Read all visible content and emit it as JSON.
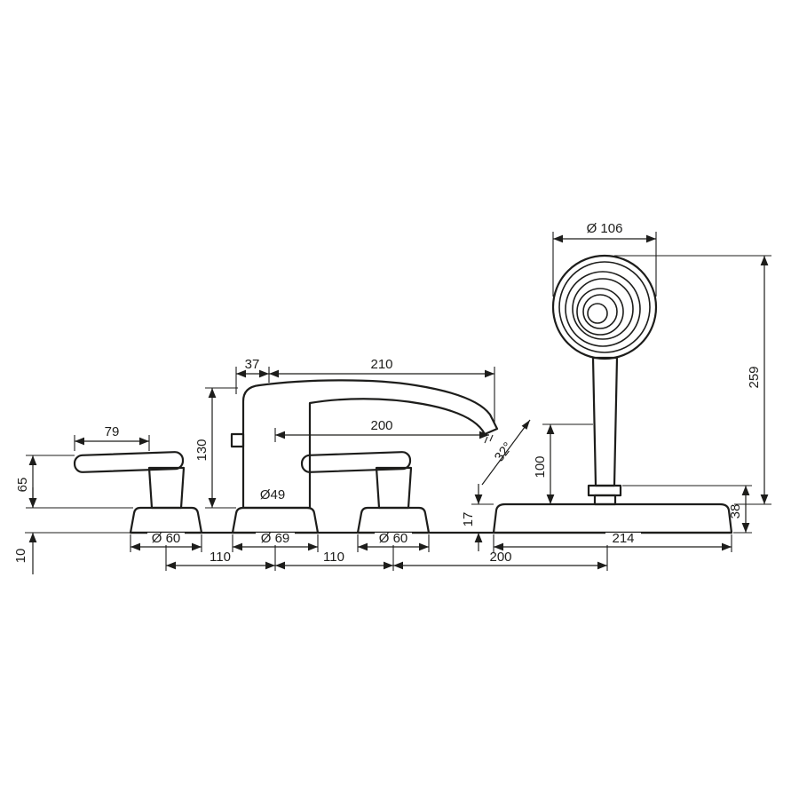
{
  "drawing": {
    "kind": "technical dimension drawing",
    "subject": "4-hole deck-mounted bath mixer with waterfall spout and hand shower",
    "palette": {
      "line": "#1d1d1b",
      "background": "#ffffff"
    }
  },
  "dimensions": {
    "head_diameter": "Ø 106",
    "overall_height": "259",
    "spout_back_offset": "37",
    "top_reach": "210",
    "spout_reach": "200",
    "spout_height": "130",
    "handle_length": "79",
    "handle_height": "65",
    "handle_base_height": "10",
    "handle_base_diameter_left": "Ø 60",
    "spout_base_diameter": "Ø 69",
    "handle_base_diameter_right": "Ø 60",
    "spout_column_diameter": "Ø49",
    "hole_spacing_left": "110",
    "hole_spacing_middle": "110",
    "hole_spacing_right": "200",
    "spout_angle": "32°",
    "holder_height": "100",
    "plate_rim_height": "17",
    "plate_height": "38",
    "plate_width": "214"
  }
}
